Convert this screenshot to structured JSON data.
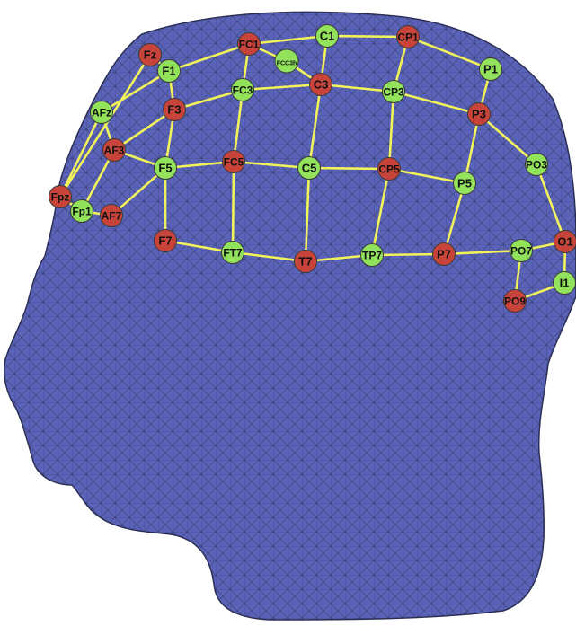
{
  "colors": {
    "background": "#ffffff",
    "head_fill": "#5a63b8",
    "mesh_line": "#1b1f3a",
    "connection": "#f2f25a",
    "electrode_green": "#92e35b",
    "electrode_red": "#c8443a",
    "electrode_stroke": "#3a3a3a",
    "label": "#111111"
  },
  "electrodes": [
    {
      "id": "Fz",
      "label": "Fz",
      "color": "red"
    },
    {
      "id": "FC1",
      "label": "FC1",
      "color": "red"
    },
    {
      "id": "C1",
      "label": "C1",
      "color": "green"
    },
    {
      "id": "CP1",
      "label": "CP1",
      "color": "red"
    },
    {
      "id": "FCC3h",
      "label": "FCC3h",
      "color": "green"
    },
    {
      "id": "F1",
      "label": "F1",
      "color": "green"
    },
    {
      "id": "P1",
      "label": "P1",
      "color": "green"
    },
    {
      "id": "AFz",
      "label": "AFz",
      "color": "green"
    },
    {
      "id": "F3",
      "label": "F3",
      "color": "red"
    },
    {
      "id": "FC3",
      "label": "FC3",
      "color": "green"
    },
    {
      "id": "C3",
      "label": "C3",
      "color": "red"
    },
    {
      "id": "CP3",
      "label": "CP3",
      "color": "green"
    },
    {
      "id": "P3",
      "label": "P3",
      "color": "red"
    },
    {
      "id": "AF3",
      "label": "AF3",
      "color": "red"
    },
    {
      "id": "F5",
      "label": "F5",
      "color": "green"
    },
    {
      "id": "FC5",
      "label": "FC5",
      "color": "red"
    },
    {
      "id": "C5",
      "label": "C5",
      "color": "green"
    },
    {
      "id": "CP5",
      "label": "CP5",
      "color": "red"
    },
    {
      "id": "PO3",
      "label": "PO3",
      "color": "green"
    },
    {
      "id": "P5",
      "label": "P5",
      "color": "green"
    },
    {
      "id": "Fpz",
      "label": "Fpz",
      "color": "red"
    },
    {
      "id": "Fp1",
      "label": "Fp1",
      "color": "green"
    },
    {
      "id": "AF7",
      "label": "AF7",
      "color": "red"
    },
    {
      "id": "F7",
      "label": "F7",
      "color": "red"
    },
    {
      "id": "FT7",
      "label": "FT7",
      "color": "green"
    },
    {
      "id": "T7",
      "label": "T7",
      "color": "red"
    },
    {
      "id": "TP7",
      "label": "TP7",
      "color": "green"
    },
    {
      "id": "P7",
      "label": "P7",
      "color": "red"
    },
    {
      "id": "PO7",
      "label": "PO7",
      "color": "green"
    },
    {
      "id": "O1",
      "label": "O1",
      "color": "red"
    },
    {
      "id": "I1",
      "label": "I1",
      "color": "green"
    },
    {
      "id": "PO9",
      "label": "PO9",
      "color": "red"
    }
  ],
  "connections": [
    [
      "Fz",
      "F1"
    ],
    [
      "F1",
      "FC1"
    ],
    [
      "FC1",
      "C1"
    ],
    [
      "C1",
      "CP1"
    ],
    [
      "CP1",
      "P1"
    ],
    [
      "FC1",
      "FCC3h"
    ],
    [
      "FCC3h",
      "C3"
    ],
    [
      "F1",
      "F3"
    ],
    [
      "FC1",
      "FC3"
    ],
    [
      "C1",
      "C3"
    ],
    [
      "CP1",
      "CP3"
    ],
    [
      "P1",
      "P3"
    ],
    [
      "F3",
      "FC3"
    ],
    [
      "FC3",
      "C3"
    ],
    [
      "C3",
      "CP3"
    ],
    [
      "CP3",
      "P3"
    ],
    [
      "F1",
      "AFz"
    ],
    [
      "AFz",
      "AF3"
    ],
    [
      "AF3",
      "F3"
    ],
    [
      "F3",
      "F5"
    ],
    [
      "FC3",
      "FC5"
    ],
    [
      "C3",
      "C5"
    ],
    [
      "CP3",
      "CP5"
    ],
    [
      "P3",
      "P5"
    ],
    [
      "P3",
      "PO3"
    ],
    [
      "AF3",
      "F5"
    ],
    [
      "F5",
      "FC5"
    ],
    [
      "FC5",
      "C5"
    ],
    [
      "C5",
      "CP5"
    ],
    [
      "CP5",
      "P5"
    ],
    [
      "AFz",
      "Fpz"
    ],
    [
      "Fpz",
      "Fz"
    ],
    [
      "Fpz",
      "Fp1"
    ],
    [
      "Fp1",
      "AF7"
    ],
    [
      "AF7",
      "F5"
    ],
    [
      "Fp1",
      "AF3"
    ],
    [
      "F5",
      "F7"
    ],
    [
      "FC5",
      "FT7"
    ],
    [
      "C5",
      "T7"
    ],
    [
      "CP5",
      "TP7"
    ],
    [
      "P5",
      "P7"
    ],
    [
      "F7",
      "FT7"
    ],
    [
      "FT7",
      "T7"
    ],
    [
      "T7",
      "TP7"
    ],
    [
      "TP7",
      "P7"
    ],
    [
      "P7",
      "PO7"
    ],
    [
      "PO7",
      "O1"
    ],
    [
      "PO3",
      "O1"
    ],
    [
      "PO7",
      "PO9"
    ],
    [
      "PO9",
      "I1"
    ],
    [
      "I1",
      "O1"
    ]
  ]
}
